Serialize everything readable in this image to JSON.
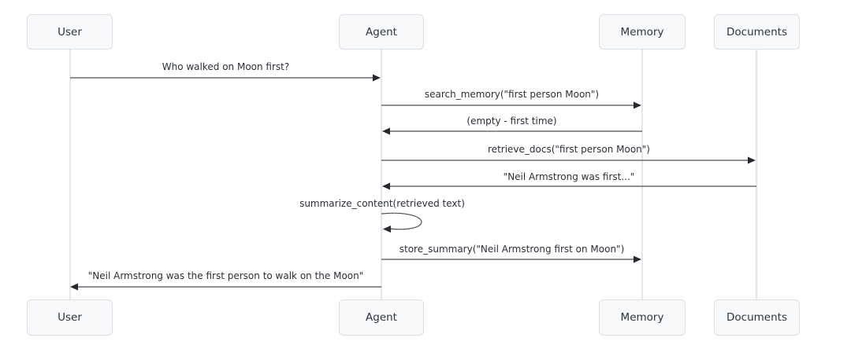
{
  "diagram": {
    "type": "sequence",
    "participants": [
      {
        "id": "user",
        "label": "User"
      },
      {
        "id": "agent",
        "label": "Agent"
      },
      {
        "id": "memory",
        "label": "Memory"
      },
      {
        "id": "documents",
        "label": "Documents"
      }
    ],
    "messages": [
      {
        "from": "User",
        "to": "Agent",
        "style": "solid",
        "label": "Who walked on Moon first?"
      },
      {
        "from": "Agent",
        "to": "Memory",
        "style": "solid",
        "label": "search_memory(\"first person Moon\")"
      },
      {
        "from": "Memory",
        "to": "Agent",
        "style": "solid",
        "label": "(empty - first time)"
      },
      {
        "from": "Agent",
        "to": "Documents",
        "style": "solid",
        "label": "retrieve_docs(\"first person Moon\")"
      },
      {
        "from": "Documents",
        "to": "Agent",
        "style": "solid",
        "label": "\"Neil Armstrong was first...\""
      },
      {
        "from": "Agent",
        "to": "Agent",
        "style": "self-loop",
        "label": "summarize_content(retrieved text)"
      },
      {
        "from": "Agent",
        "to": "Memory",
        "style": "solid",
        "label": "store_summary(\"Neil Armstrong first on Moon\")"
      },
      {
        "from": "Agent",
        "to": "User",
        "style": "solid",
        "label": "\"Neil Armstrong was the first person to walk on the Moon\""
      }
    ],
    "colors": {
      "background": "#ffffff",
      "actor_fill": "#f8f9fb",
      "actor_border": "#dbe0e7",
      "actor_text": "#2d3440",
      "lifeline": "#c9ced6",
      "arrow_line": "#4b5058",
      "arrow_head": "#26292e",
      "message_text": "#2b3038"
    }
  }
}
